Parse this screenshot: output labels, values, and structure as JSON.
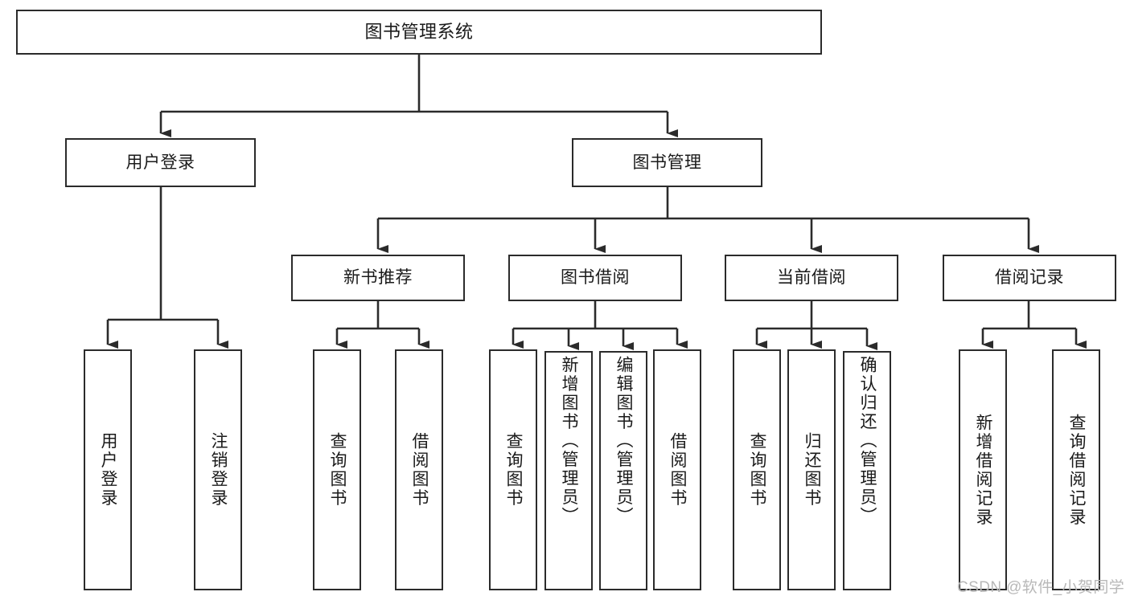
{
  "diagram": {
    "type": "hierarchy-tree",
    "title": "图书管理系统",
    "orientation": "top-down",
    "colors": {
      "box_border": "#2b2b2b",
      "box_fill": "#ffffff",
      "connector": "#2b2b2b",
      "text": "#1a1a1a",
      "watermark": "#b8b8b8"
    },
    "root": {
      "id": "root",
      "label": "图书管理系统"
    },
    "level1": [
      {
        "id": "user-login",
        "label": "用户登录"
      },
      {
        "id": "book-manage",
        "label": "图书管理"
      }
    ],
    "level2": [
      {
        "id": "new-book-recommend",
        "label": "新书推荐",
        "parent": "book-manage"
      },
      {
        "id": "book-borrow",
        "label": "图书借阅",
        "parent": "book-manage"
      },
      {
        "id": "current-borrow",
        "label": "当前借阅",
        "parent": "book-manage"
      },
      {
        "id": "borrow-record",
        "label": "借阅记录",
        "parent": "book-manage"
      }
    ],
    "leaves": [
      {
        "id": "leaf-user-login",
        "label": "用户登录",
        "parent": "user-login"
      },
      {
        "id": "leaf-logout",
        "label": "注销登录",
        "parent": "user-login"
      },
      {
        "id": "leaf-query-book-1",
        "label": "查询图书",
        "parent": "new-book-recommend"
      },
      {
        "id": "leaf-borrow-book-1",
        "label": "借阅图书",
        "parent": "new-book-recommend"
      },
      {
        "id": "leaf-query-book-2",
        "label": "查询图书",
        "parent": "book-borrow"
      },
      {
        "id": "leaf-add-book",
        "label": "新增图书（管理员）",
        "parent": "book-borrow"
      },
      {
        "id": "leaf-edit-book",
        "label": "编辑图书（管理员）",
        "parent": "book-borrow"
      },
      {
        "id": "leaf-borrow-book-2",
        "label": "借阅图书",
        "parent": "book-borrow"
      },
      {
        "id": "leaf-query-book-3",
        "label": "查询图书",
        "parent": "current-borrow"
      },
      {
        "id": "leaf-return-book",
        "label": "归还图书",
        "parent": "current-borrow"
      },
      {
        "id": "leaf-confirm-return",
        "label": "确认归还（管理员）",
        "parent": "current-borrow"
      },
      {
        "id": "leaf-add-record",
        "label": "新增借阅记录",
        "parent": "borrow-record"
      },
      {
        "id": "leaf-query-record",
        "label": "查询借阅记录",
        "parent": "borrow-record"
      }
    ]
  },
  "watermark": {
    "text": "CSDN @软件_小贺同学"
  }
}
